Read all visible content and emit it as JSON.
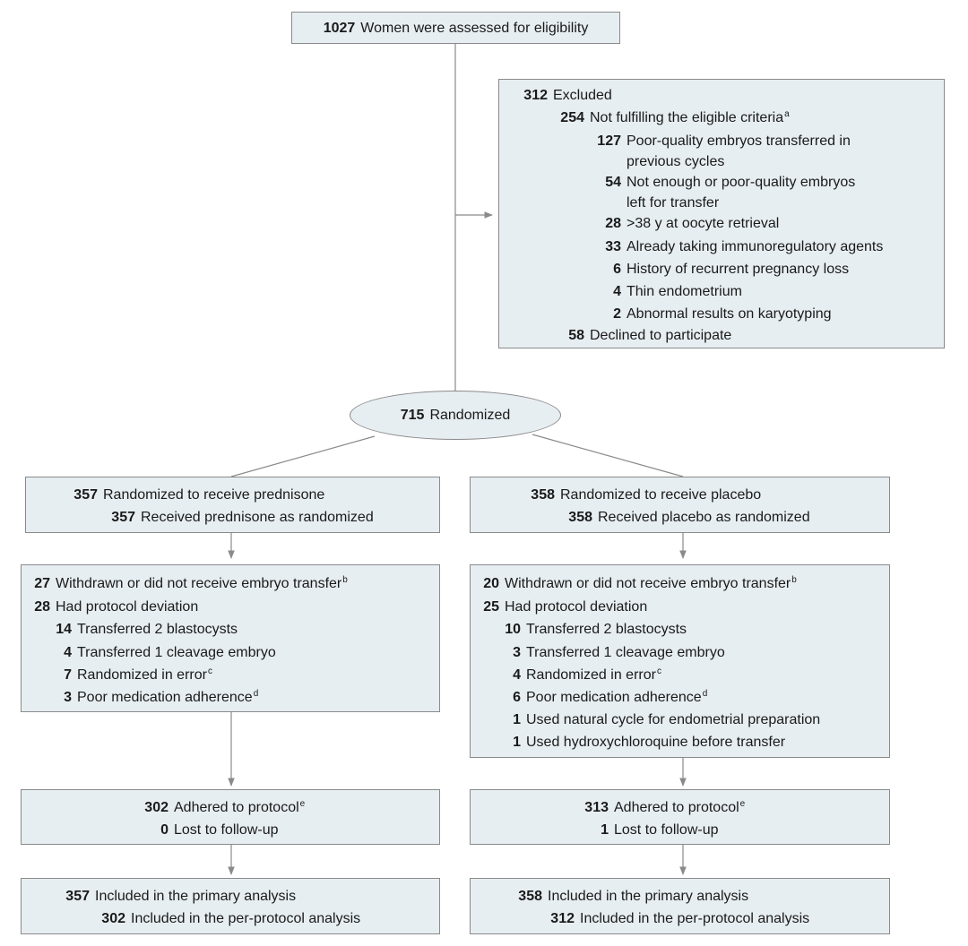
{
  "assessed": {
    "n": "1027",
    "text": "Women were assessed for eligibility"
  },
  "excluded": {
    "n": "312",
    "text": "Excluded",
    "not_fulfilling": {
      "n": "254",
      "text": "Not fulfilling the eligible criteria",
      "sup": "a"
    },
    "reasons": [
      {
        "n": "127",
        "text": "Poor-quality embryos transferred in previous cycles",
        "line1": "Poor-quality embryos transferred in",
        "line2": "previous cycles"
      },
      {
        "n": "54",
        "text": "Not enough or poor-quality embryos left for transfer",
        "line1": "Not enough or poor-quality embryos",
        "line2": "left for transfer"
      },
      {
        "n": "28",
        "text": ">38 y at oocyte retrieval"
      },
      {
        "n": "33",
        "text": "Already taking immunoregulatory agents"
      },
      {
        "n": "6",
        "text": "History of recurrent pregnancy loss"
      },
      {
        "n": "4",
        "text": "Thin endometrium"
      },
      {
        "n": "2",
        "text": "Abnormal results on karyotyping"
      }
    ],
    "declined": {
      "n": "58",
      "text": "Declined to participate"
    }
  },
  "randomized": {
    "n": "715",
    "text": "Randomized"
  },
  "arms": [
    {
      "id": "prednisone",
      "allocation": {
        "n": "357",
        "text": "Randomized to receive prednisone"
      },
      "received": {
        "n": "357",
        "text": "Received prednisone as randomized"
      },
      "withdrawn": {
        "n": "27",
        "text": "Withdrawn or did not receive embryo transfer",
        "sup": "b"
      },
      "deviation": {
        "n": "28",
        "text": "Had protocol deviation"
      },
      "deviation_items": [
        {
          "n": "14",
          "text": "Transferred 2 blastocysts",
          "sup": ""
        },
        {
          "n": "4",
          "text": "Transferred 1 cleavage embryo",
          "sup": ""
        },
        {
          "n": "7",
          "text": "Randomized in error",
          "sup": "c"
        },
        {
          "n": "3",
          "text": "Poor medication adherence",
          "sup": "d"
        }
      ],
      "adhered": {
        "n": "302",
        "text": "Adhered to protocol",
        "sup": "e"
      },
      "lost": {
        "n": "0",
        "text": "Lost to follow-up"
      },
      "primary": {
        "n": "357",
        "text": "Included in the primary analysis"
      },
      "per_protocol": {
        "n": "302",
        "text": "Included in the per-protocol analysis"
      }
    },
    {
      "id": "placebo",
      "allocation": {
        "n": "358",
        "text": "Randomized to receive placebo"
      },
      "received": {
        "n": "358",
        "text": "Received placebo as randomized"
      },
      "withdrawn": {
        "n": "20",
        "text": "Withdrawn or did not receive embryo transfer",
        "sup": "b"
      },
      "deviation": {
        "n": "25",
        "text": "Had protocol deviation"
      },
      "deviation_items": [
        {
          "n": "10",
          "text": "Transferred 2 blastocysts",
          "sup": ""
        },
        {
          "n": "3",
          "text": "Transferred 1 cleavage embryo",
          "sup": ""
        },
        {
          "n": "4",
          "text": "Randomized in error",
          "sup": "c"
        },
        {
          "n": "6",
          "text": "Poor medication adherence",
          "sup": "d"
        },
        {
          "n": "1",
          "text": "Used natural cycle for endometrial preparation",
          "sup": ""
        },
        {
          "n": "1",
          "text": "Used hydroxychloroquine before transfer",
          "sup": ""
        }
      ],
      "adhered": {
        "n": "313",
        "text": "Adhered to protocol",
        "sup": "e"
      },
      "lost": {
        "n": "1",
        "text": "Lost to follow-up"
      },
      "primary": {
        "n": "358",
        "text": "Included in the primary analysis"
      },
      "per_protocol": {
        "n": "312",
        "text": "Included in the per-protocol analysis"
      }
    }
  ]
}
